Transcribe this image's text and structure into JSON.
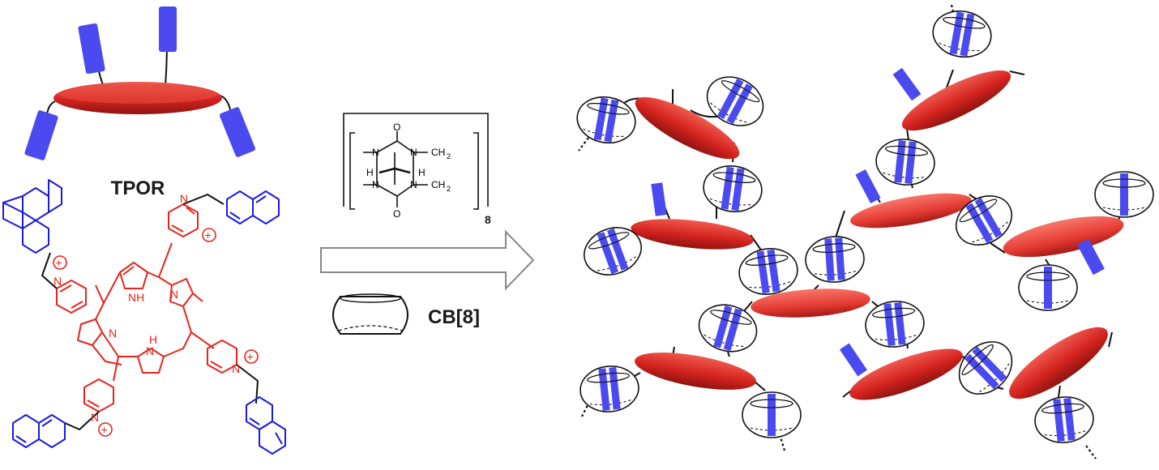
{
  "labels": {
    "tpor": "TPOR",
    "cb8": "CB[8]",
    "repeat_count": "8"
  },
  "chemistry": {
    "porphyrin_atoms": {
      "nh_top": "NH",
      "n_right": "N",
      "n_left": "N",
      "hn_bottom": "H",
      "hn_bottom_n": "N"
    },
    "pyridinium_atoms": {
      "n": "N",
      "plus": "+"
    },
    "cucurbituril_atoms": {
      "n": "N",
      "o": "O",
      "h": "H",
      "ch2": "CH",
      "sub2": "2"
    }
  },
  "colors": {
    "porphyrin": "#e8241c",
    "naphthyl": "#1a1ae0",
    "guest_block": "#4a4af0",
    "disk_red": "#d3231f",
    "arrow_stroke": "#888888"
  },
  "icons": {
    "arrow": "right-arrow-icon",
    "cb8_barrel": "cb8-barrel-icon"
  }
}
